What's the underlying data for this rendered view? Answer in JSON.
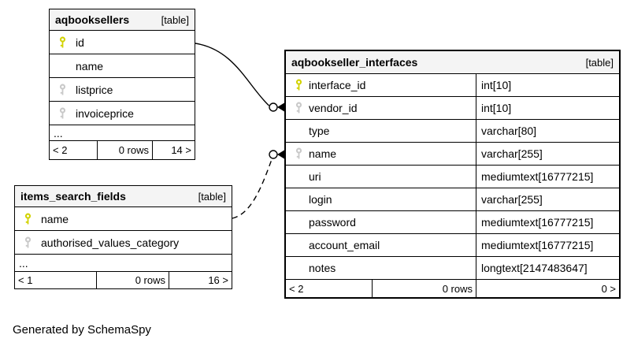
{
  "credit": "Generated by SchemaSpy",
  "colors": {
    "background": "#ffffff",
    "header_bg": "#f4f4f4",
    "border": "#000000",
    "primary_key": "#d2d200",
    "index_key": "#c9c9c9"
  },
  "tables": [
    {
      "name": "aqbooksellers",
      "tag": "[table]",
      "columns": [
        {
          "name": "id",
          "key": "primary"
        },
        {
          "name": "name",
          "key": "none"
        },
        {
          "name": "listprice",
          "key": "index"
        },
        {
          "name": "invoiceprice",
          "key": "index"
        }
      ],
      "ellipsis": "...",
      "footer": {
        "parents": "< 2",
        "rows": "0 rows",
        "children": "14 >"
      }
    },
    {
      "name": "aqbookseller_interfaces",
      "tag": "[table]",
      "columns": [
        {
          "name": "interface_id",
          "type": "int[10]",
          "key": "primary"
        },
        {
          "name": "vendor_id",
          "type": "int[10]",
          "key": "index"
        },
        {
          "name": "type",
          "type": "varchar[80]",
          "key": "none"
        },
        {
          "name": "name",
          "type": "varchar[255]",
          "key": "index"
        },
        {
          "name": "uri",
          "type": "mediumtext[16777215]",
          "key": "none"
        },
        {
          "name": "login",
          "type": "varchar[255]",
          "key": "none"
        },
        {
          "name": "password",
          "type": "mediumtext[16777215]",
          "key": "none"
        },
        {
          "name": "account_email",
          "type": "mediumtext[16777215]",
          "key": "none"
        },
        {
          "name": "notes",
          "type": "longtext[2147483647]",
          "key": "none"
        }
      ],
      "footer": {
        "parents": "< 2",
        "rows": "0 rows",
        "children": "0 >"
      }
    },
    {
      "name": "items_search_fields",
      "tag": "[table]",
      "columns": [
        {
          "name": "name",
          "key": "primary"
        },
        {
          "name": "authorised_values_category",
          "key": "index"
        }
      ],
      "ellipsis": "...",
      "footer": {
        "parents": "< 1",
        "rows": "0 rows",
        "children": "16 >"
      }
    }
  ],
  "relationships": [
    {
      "from": "aqbooksellers.id",
      "to": "aqbookseller_interfaces.vendor_id",
      "style": "solid"
    },
    {
      "from": "items_search_fields.name",
      "to": "aqbookseller_interfaces.name",
      "style": "dashed"
    }
  ]
}
